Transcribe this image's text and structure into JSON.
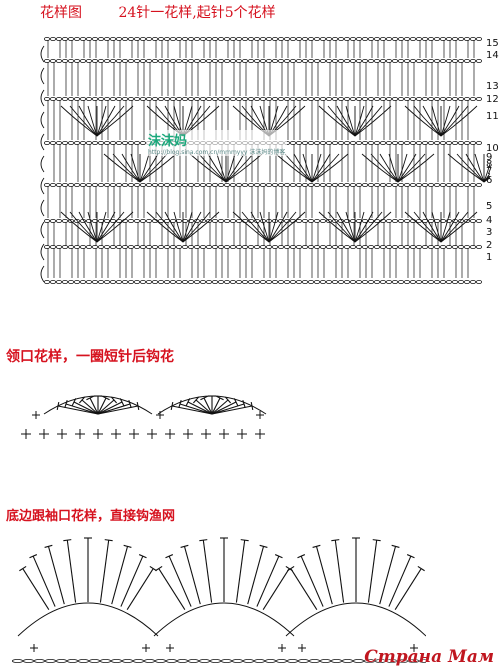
{
  "chart_title": {
    "label": "花样图",
    "description": "24针一花样,起针5个花样"
  },
  "row_numbers": [
    "1",
    "2",
    "3",
    "4",
    "5",
    "6",
    "7",
    "8",
    "9",
    "10",
    "11",
    "12",
    "13",
    "14",
    "15"
  ],
  "watermark": {
    "text": "沫沫妈",
    "subtitle": "http://blog.sina.com.cn/mmmyyy  沫沫妈的博客"
  },
  "neckline_section": {
    "title": "领口花样，一圈短针后钩花"
  },
  "hem_section": {
    "title": "底边跟袖口花样，直接钩渔网"
  },
  "site_logo": {
    "text": "Страна Мам"
  },
  "colors": {
    "title_red": "#d6121f",
    "ink": "#111111",
    "watermark_green": "#1aa87b",
    "logo_red": "#c0161f"
  }
}
